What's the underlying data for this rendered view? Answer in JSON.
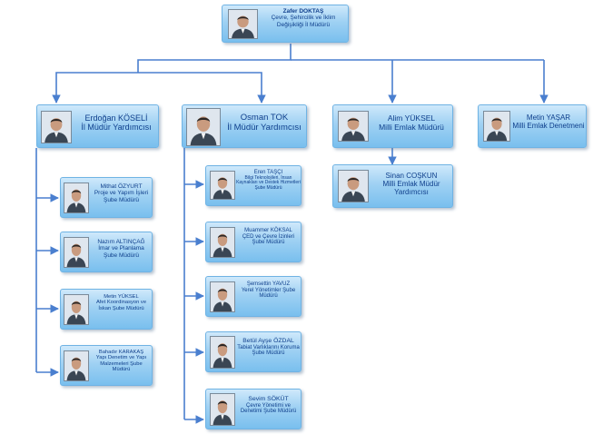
{
  "colors": {
    "line": "#4a7fcf",
    "box_top": "#cfe9fb",
    "box_bottom": "#79bfee",
    "text": "#0f3f8c"
  },
  "nodes": {
    "director": {
      "name": "Zafer DOKTAŞ",
      "title": "Çevre, Şehircilik ve İklim Değişikliği İl Müdürü",
      "photo_icon": "person-photo-icon"
    },
    "koseli": {
      "name": "Erdoğan KÖSELİ",
      "title": "İl Müdür Yardımcısı",
      "photo_icon": "person-photo-icon"
    },
    "tok": {
      "name": "Osman TOK",
      "title": "İl Müdür Yardımcısı",
      "photo_icon": "person-photo-icon"
    },
    "yuksel": {
      "name": "Alim YÜKSEL",
      "title": "Milli Emlak Müdürü",
      "photo_icon": "person-photo-icon"
    },
    "yasar": {
      "name": "Metin YAŞAR",
      "title": "Milli Emlak Denetmeni",
      "photo_icon": "person-photo-icon"
    },
    "coskun": {
      "name": "Sinan COŞKUN",
      "title": "Milli Emlak Müdür Yardımcısı",
      "photo_icon": "person-photo-icon"
    },
    "ozyurt": {
      "name": "Mithat ÖZYURT",
      "title": "Proje ve Yapım İşleri Şube Müdürü",
      "photo_icon": "person-photo-icon"
    },
    "altincag": {
      "name": "Nazım ALTINÇAĞ",
      "title": "İmar ve Planlama Şube Müdürü",
      "photo_icon": "person-photo-icon"
    },
    "myuksel": {
      "name": "Metin YÜKSEL",
      "title": "Afet Koordinasyon ve İskan Şube Müdürü",
      "photo_icon": "person-photo-icon"
    },
    "karakas": {
      "name": "Bahadır KARAKAŞ",
      "title": "Yapı Denetim ve Yapı Malzemeleri Şube Müdürü",
      "photo_icon": "person-photo-icon"
    },
    "tasci": {
      "name": "Eren TAŞÇI",
      "title": "Bilgi Teknolojileri, İnsan Kaynakları ve Destek Hizmetleri Şube Müdürü",
      "photo_icon": "person-photo-icon"
    },
    "koksal": {
      "name": "Muammer KÖKSAL",
      "title": "ÇED ve Çevre İzinleri Şube Müdürü",
      "photo_icon": "person-photo-icon"
    },
    "yavuz": {
      "name": "Şemsettin YAVUZ",
      "title": "Yerel Yönetimler Şube Müdürü",
      "photo_icon": "person-photo-icon"
    },
    "ozdal": {
      "name": "Betül Ayşe ÖZDAL",
      "title": "Tabiat Varlıklarını Koruma Şube Müdürü",
      "photo_icon": "person-photo-icon"
    },
    "sokut": {
      "name": "Sevim SÖKÜT",
      "title": "Çevre Yönetimi ve Denetimi Şube Müdürü",
      "photo_icon": "person-photo-icon"
    }
  }
}
